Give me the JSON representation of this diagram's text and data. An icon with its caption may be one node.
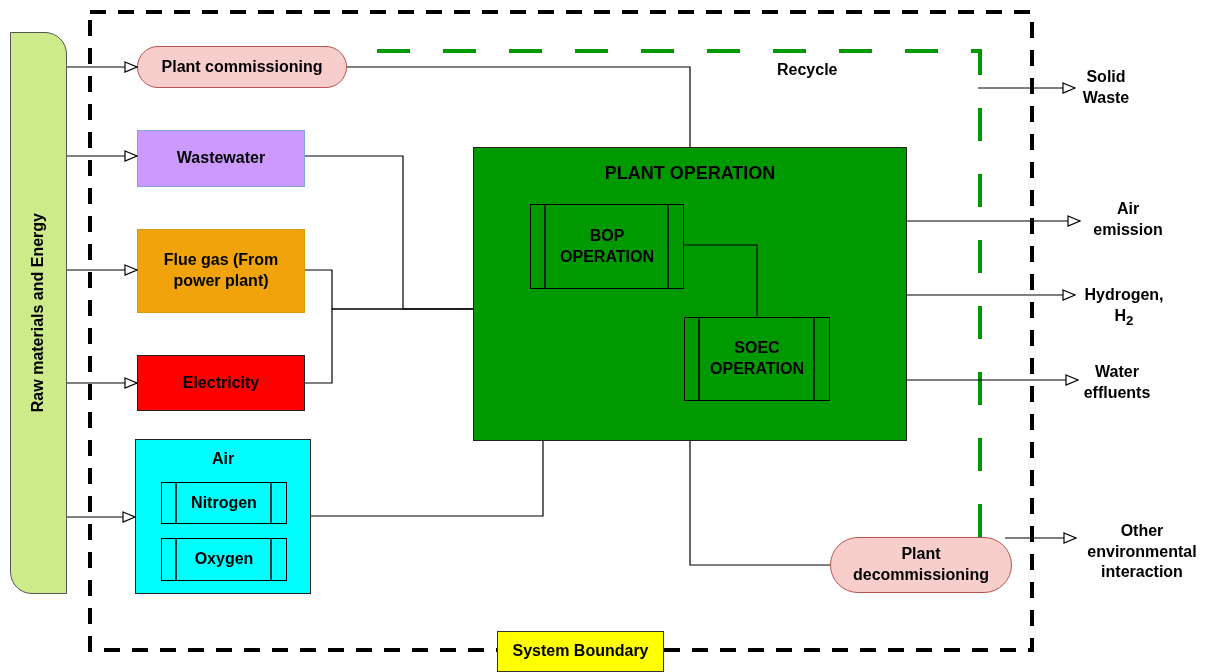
{
  "diagram": {
    "nodes": [
      {
        "text": [
          "Raw materials and Energy"
        ]
      },
      {
        "text": [
          "System Boundary"
        ]
      },
      {
        "text": [
          "Plant commissioning"
        ],
        "in": 1
      },
      {
        "text": [
          "Wastewater"
        ],
        "in": 1
      },
      {
        "text": [
          "Flue gas (From power plant)"
        ],
        "in": 1
      },
      {
        "text": [
          "Electricity"
        ],
        "in": 1
      },
      {
        "text": [
          "Air"
        ],
        "in": 1
      },
      {
        "text": [
          "Nitrogen"
        ],
        "in": 6
      },
      {
        "text": [
          "Oxygen"
        ],
        "in": 6
      },
      {
        "text": [
          "PLANT OPERATION"
        ],
        "in": 1
      },
      {
        "text": [
          "BOP OPERATION"
        ],
        "in": 9
      },
      {
        "text": [
          "SOEC OPERATION"
        ],
        "in": 9
      },
      {
        "text": [
          "Plant decommissioning"
        ],
        "in": 1
      },
      {
        "text": [
          "Solid Waste"
        ]
      },
      {
        "text": [
          "Air emission"
        ]
      },
      {
        "text": [
          "Hydrogen, H$_{2}$"
        ]
      },
      {
        "text": [
          "Water effluents"
        ]
      },
      {
        "text": [
          "Other environmental interaction"
        ]
      }
    ],
    "edges": [
      {
        "from": 0,
        "to": 2,
        "arrow": "to"
      },
      {
        "from": 0,
        "to": 3,
        "arrow": "to"
      },
      {
        "from": 0,
        "to": 4,
        "arrow": "to"
      },
      {
        "from": 0,
        "to": 5,
        "arrow": "to"
      },
      {
        "from": 0,
        "to": 6,
        "arrow": "to"
      },
      {
        "from": 2,
        "to": 9,
        "arrow": "none"
      },
      {
        "from": 3,
        "to": 9,
        "arrow": "none"
      },
      {
        "from": 4,
        "to": 9,
        "arrow": "none"
      },
      {
        "from": 5,
        "to": 9,
        "arrow": "none"
      },
      {
        "from": 6,
        "to": 9,
        "arrow": "none"
      },
      {
        "from": 10,
        "to": 11,
        "arrow": "none"
      },
      {
        "from": 9,
        "to": 12,
        "arrow": "none"
      },
      {
        "from": 12,
        "to": 2,
        "arrow": "none",
        "label": "Recycle",
        "style": "dashed",
        "color": "#009900"
      },
      {
        "from": null,
        "to": 13,
        "arrow": "to"
      },
      {
        "from": 9,
        "to": 14,
        "arrow": "to"
      },
      {
        "from": 9,
        "to": 15,
        "arrow": "to"
      },
      {
        "from": 9,
        "to": 16,
        "arrow": "to"
      },
      {
        "from": 12,
        "to": 17,
        "arrow": "to"
      }
    ]
  }
}
